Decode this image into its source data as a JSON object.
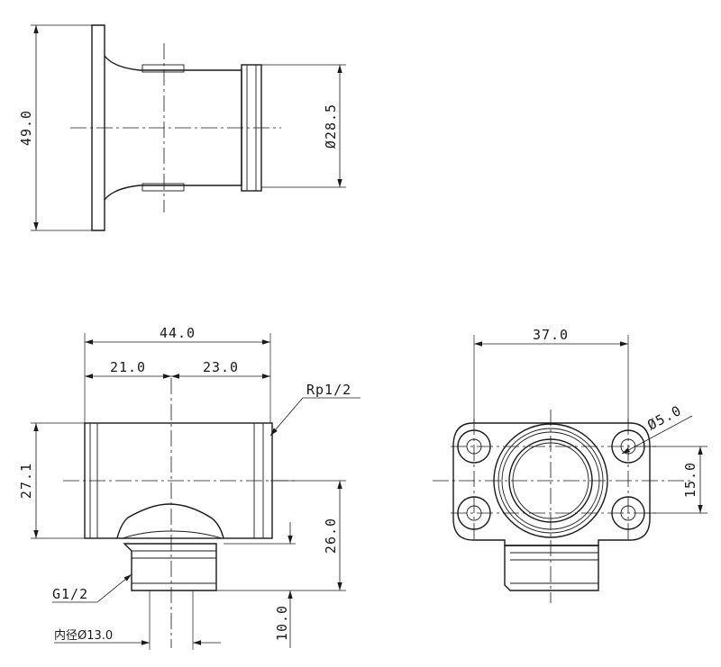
{
  "dimensions": {
    "side_height": "49.0",
    "side_outlet_dia": "Ø28.5",
    "front_total_width": "44.0",
    "front_left_width": "21.0",
    "front_right_width": "23.0",
    "front_body_height": "27.1",
    "front_center_to_bottom": "26.0",
    "front_thread_length": "10.0",
    "front_inner_dia": "内径Ø13.0",
    "end_width": "37.0",
    "end_hole_pitch": "15.0",
    "end_hole_dia": "Ø5.0"
  },
  "thread_labels": {
    "female_thread": "Rp1/2",
    "male_thread": "G1/2"
  },
  "colors": {
    "line": "#1a1a1a",
    "background": "#ffffff"
  }
}
